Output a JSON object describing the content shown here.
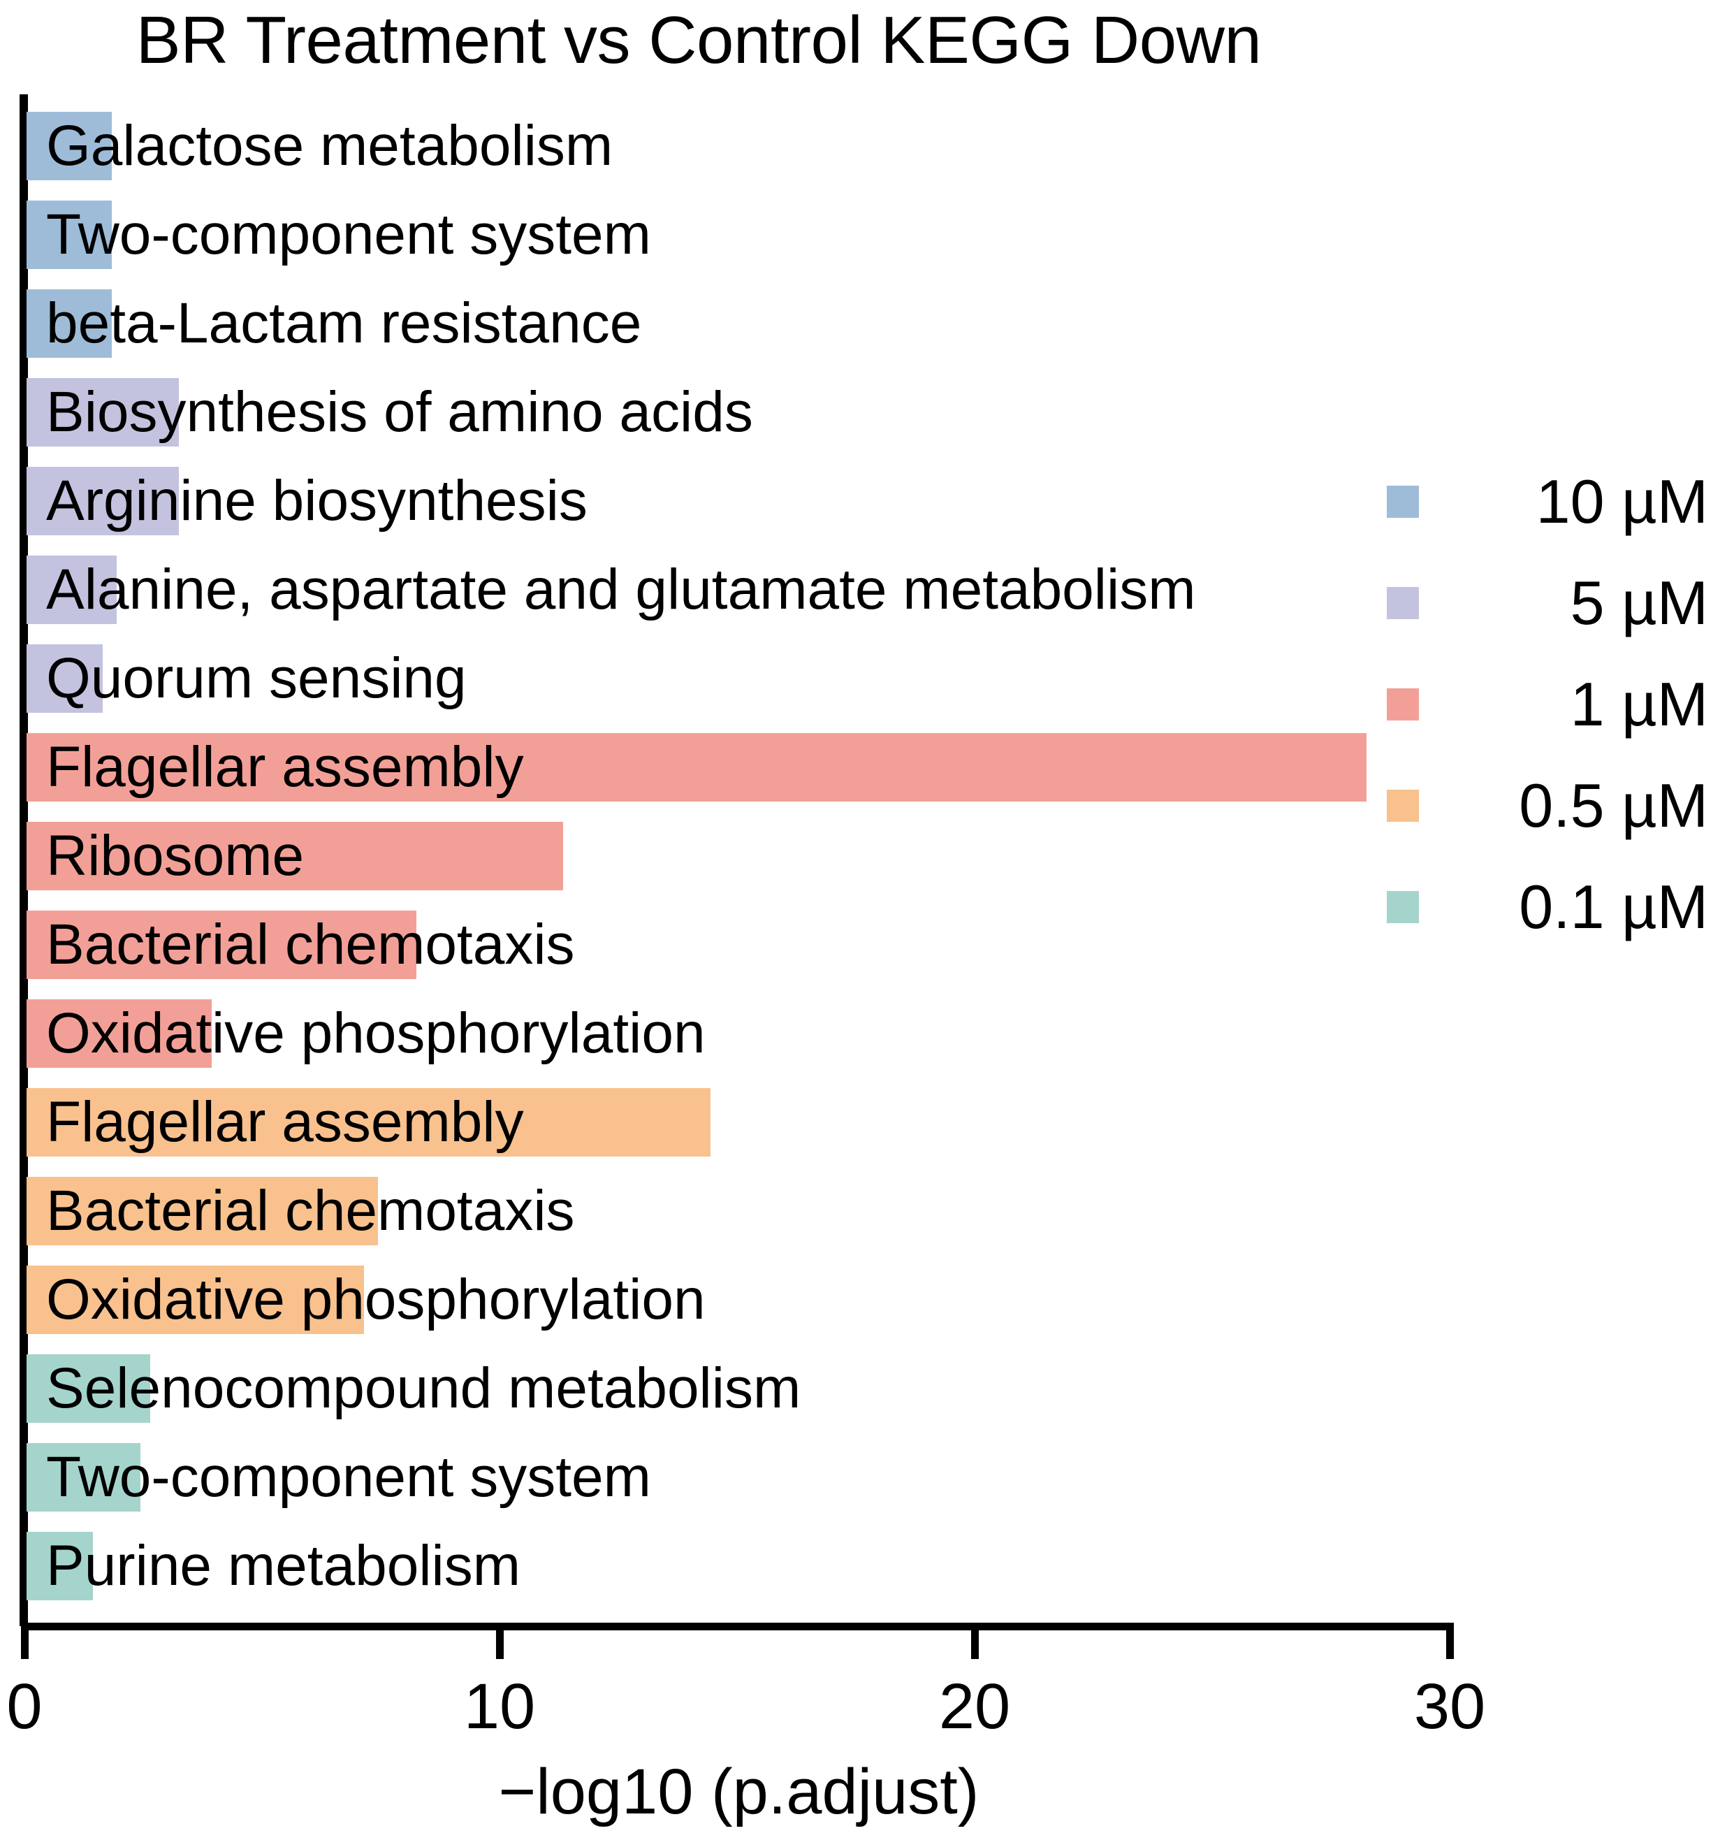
{
  "chart_data": {
    "type": "bar",
    "orientation": "horizontal",
    "title": "BR Treatment vs Control KEGG Down",
    "xlabel": "−log10 (p.adjust)",
    "ylabel": "",
    "xlim": [
      0,
      30
    ],
    "xticks": [
      "0",
      "10",
      "20",
      "30"
    ],
    "xtick_values": [
      0,
      10,
      20,
      30
    ],
    "grid": false,
    "legend_position": "right",
    "categories": [
      "Galactose metabolism",
      "Two-component system",
      "beta-Lactam resistance",
      "Biosynthesis of amino acids",
      "Arginine biosynthesis",
      "Alanine, aspartate and glutamate metabolism",
      "Quorum sensing",
      "Flagellar assembly",
      "Ribosome",
      "Bacterial chemotaxis",
      "Oxidative phosphorylation",
      "Flagellar assembly",
      "Bacterial chemotaxis",
      "Oxidative phosphorylation",
      "Selenocompound metabolism",
      "Two-component system",
      "Purine metabolism"
    ],
    "values": [
      1.8,
      1.8,
      1.8,
      3.2,
      3.2,
      1.9,
      1.6,
      28.2,
      11.3,
      8.2,
      3.9,
      14.4,
      7.4,
      7.1,
      2.6,
      2.4,
      1.4
    ],
    "groups": [
      "10 µM",
      "10 µM",
      "10 µM",
      "5 µM",
      "5 µM",
      "5 µM",
      "5 µM",
      "1 µM",
      "1 µM",
      "1 µM",
      "1 µM",
      "0.5 µM",
      "0.5 µM",
      "0.5 µM",
      "0.1 µM",
      "0.1 µM",
      "0.1 µM"
    ],
    "series": [
      {
        "name": "10 µM",
        "color": "#9EBCD8",
        "categories": [
          "Galactose metabolism",
          "Two-component system",
          "beta-Lactam resistance"
        ],
        "values": [
          1.8,
          1.8,
          1.8
        ]
      },
      {
        "name": "5 µM",
        "color": "#C3C3E0",
        "categories": [
          "Biosynthesis of amino acids",
          "Arginine biosynthesis",
          "Alanine, aspartate and glutamate metabolism",
          "Quorum sensing"
        ],
        "values": [
          3.2,
          3.2,
          1.9,
          1.6
        ]
      },
      {
        "name": "1 µM",
        "color": "#F2A097",
        "categories": [
          "Flagellar assembly",
          "Ribosome",
          "Bacterial chemotaxis",
          "Oxidative phosphorylation"
        ],
        "values": [
          28.2,
          11.3,
          8.2,
          3.9
        ]
      },
      {
        "name": "0.5 µM",
        "color": "#F8C18E",
        "categories": [
          "Flagellar assembly",
          "Bacterial chemotaxis",
          "Oxidative phosphorylation"
        ],
        "values": [
          14.4,
          7.4,
          7.1
        ]
      },
      {
        "name": "0.1 µM",
        "color": "#A5D4CC",
        "categories": [
          "Selenocompound metabolism",
          "Two-component system",
          "Purine metabolism"
        ],
        "values": [
          2.6,
          2.4,
          1.4
        ]
      }
    ]
  },
  "legend": {
    "entries": [
      {
        "label": "10 µM",
        "color": "#9EBCD8"
      },
      {
        "label": "5 µM",
        "color": "#C3C3E0"
      },
      {
        "label": "1 µM",
        "color": "#F2A097"
      },
      {
        "label": "0.5 µM",
        "color": "#F8C18E"
      },
      {
        "label": "0.1 µM",
        "color": "#A5D4CC"
      }
    ]
  }
}
